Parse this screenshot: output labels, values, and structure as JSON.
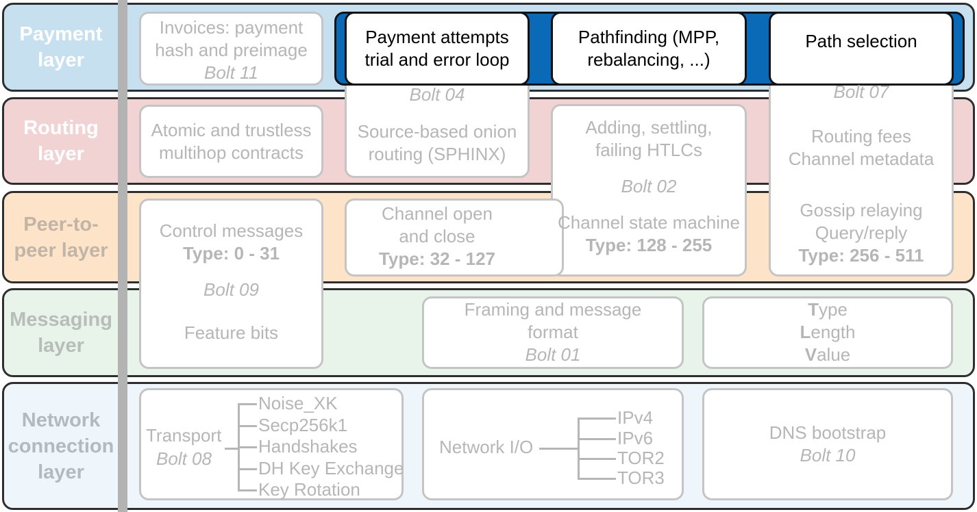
{
  "layers": {
    "payment": {
      "line1": "Payment",
      "line2": "layer",
      "bg": "#c7e0f0",
      "fg": "#ffffff"
    },
    "routing": {
      "line1": "Routing",
      "line2": "layer",
      "bg": "#f2d3d3",
      "fg": "#ffffff"
    },
    "peer": {
      "line1": "Peer-to-",
      "line2": "peer layer",
      "bg": "#fde4c8",
      "fg": "#c2b4a6"
    },
    "messaging": {
      "line1": "Messaging",
      "line2": "layer",
      "bg": "#e8f3ea",
      "fg": "#b7bdb8"
    },
    "network": {
      "line1": "Network",
      "line2": "connection",
      "line3": "layer",
      "bg": "#eef6fb",
      "fg": "#b4b9bd"
    }
  },
  "invoices": {
    "line1": "Invoices: payment",
    "line2": "hash and preimage",
    "bolt": "Bolt 11"
  },
  "highlight": {
    "payment_attempts": {
      "line1": "Payment attempts",
      "line2": "trial and error loop"
    },
    "pathfinding": {
      "line1": "Pathfinding (MPP,",
      "line2": "rebalancing, ...)"
    },
    "path_selection": {
      "line1": "Path selection"
    },
    "band_color": "#0a6ab8"
  },
  "bolt04": {
    "bolt": "Bolt 04",
    "line1": "Source-based onion",
    "line2": "routing (SPHINX)"
  },
  "atomic": {
    "line1": "Atomic and trustless",
    "line2": "multihop contracts"
  },
  "htlc": {
    "line1": "Adding, settling,",
    "line2": "failing HTLCs",
    "bolt": "Bolt 02",
    "line3": "Channel state machine",
    "type": "Type: 128 - 255"
  },
  "bolt07": {
    "bolt": "Bolt 07",
    "line1": "Routing fees",
    "line2": "Channel metadata",
    "line3": "Gossip relaying",
    "line4": "Query/reply",
    "type": "Type: 256 - 511"
  },
  "control": {
    "line1": "Control messages",
    "type": "Type: 0 - 31",
    "bolt": "Bolt 09",
    "line2": "Feature bits"
  },
  "channel_open": {
    "line1": "Channel open",
    "line2": "and close",
    "type": "Type: 32 - 127"
  },
  "framing": {
    "line1": "Framing and message",
    "line2": "format",
    "bolt": "Bolt 01"
  },
  "tlv": {
    "t": "T",
    "ype": "ype",
    "l": "L",
    "ength": "ength",
    "v": "V",
    "alue": "alue"
  },
  "transport": {
    "label": "Transport",
    "bolt": "Bolt 08",
    "items": [
      "Noise_XK",
      "Secp256k1",
      "Handshakes",
      "DH Key Exchange",
      "Key Rotation"
    ]
  },
  "network_io": {
    "label": "Network I/O",
    "items": [
      "IPv4",
      "IPv6",
      "TOR2",
      "TOR3"
    ]
  },
  "dns": {
    "line1": "DNS bootstrap",
    "bolt": "Bolt 10"
  }
}
